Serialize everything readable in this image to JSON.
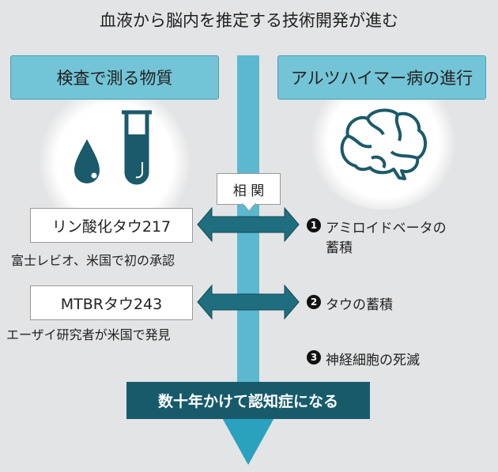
{
  "title": "血液から脳内を推定する技術開発が進む",
  "left_header": "検査で測る物質",
  "right_header": "アルツハイマー病の進行",
  "correlation_label": "相 関",
  "markers": [
    {
      "name": "リン酸化タウ217",
      "caption": "富士レビオ、米国で初の承認"
    },
    {
      "name": "MTBRタウ243",
      "caption": "エーザイ研究者が米国で発見"
    }
  ],
  "stages": [
    {
      "num": "1",
      "line1": "アミロイドベータの",
      "line2": "蓄積"
    },
    {
      "num": "2",
      "line1": "タウの蓄積"
    },
    {
      "num": "3",
      "line1": "神経細胞の死滅"
    }
  ],
  "result": "数十年かけて認知症になる",
  "colors": {
    "teal": "#5bb8cf",
    "dark": "#175b6b",
    "arrow": "#1f6e7f"
  }
}
